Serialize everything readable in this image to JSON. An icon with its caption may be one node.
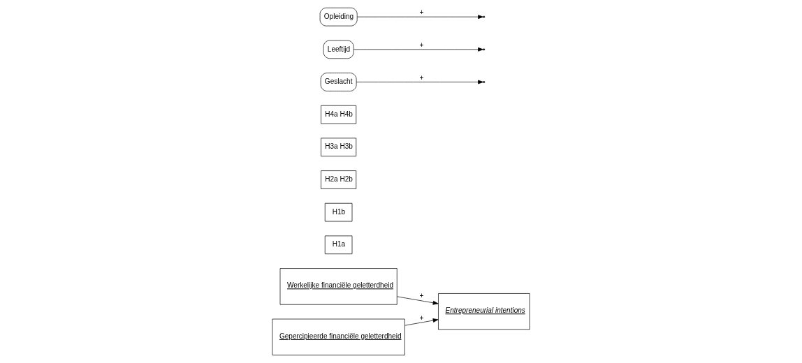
{
  "diagram": {
    "nodes": [
      {
        "text": [
          "Werkelijke financiële geletterdheid"
        ]
      },
      {
        "text": [
          "Gepercipieerde financiële geletterdheid"
        ]
      },
      {
        "text": [
          "H1a"
        ]
      },
      {
        "text": [
          "H1b"
        ]
      },
      {
        "text": [
          "Entrepreneurial intentions"
        ]
      },
      {
        "text": [
          "H2a H2b"
        ]
      },
      {
        "text": [
          "H3a H3b"
        ]
      },
      {
        "text": [
          "H4a H4b"
        ]
      },
      {
        "text": [
          "Geslacht"
        ]
      },
      {
        "text": [
          "Leeftijd"
        ]
      },
      {
        "text": [
          "Opleiding"
        ]
      }
    ],
    "edges": [
      {
        "from": 0,
        "to": 4,
        "arrow": "to",
        "label": "+"
      },
      {
        "from": 1,
        "to": 4,
        "arrow": "to",
        "label": "+"
      },
      {
        "from": 8,
        "to": null,
        "arrow": "to",
        "label": "+"
      },
      {
        "from": 9,
        "to": null,
        "arrow": "to",
        "label": "+"
      },
      {
        "from": 10,
        "to": null,
        "arrow": "to",
        "label": "+"
      }
    ]
  }
}
